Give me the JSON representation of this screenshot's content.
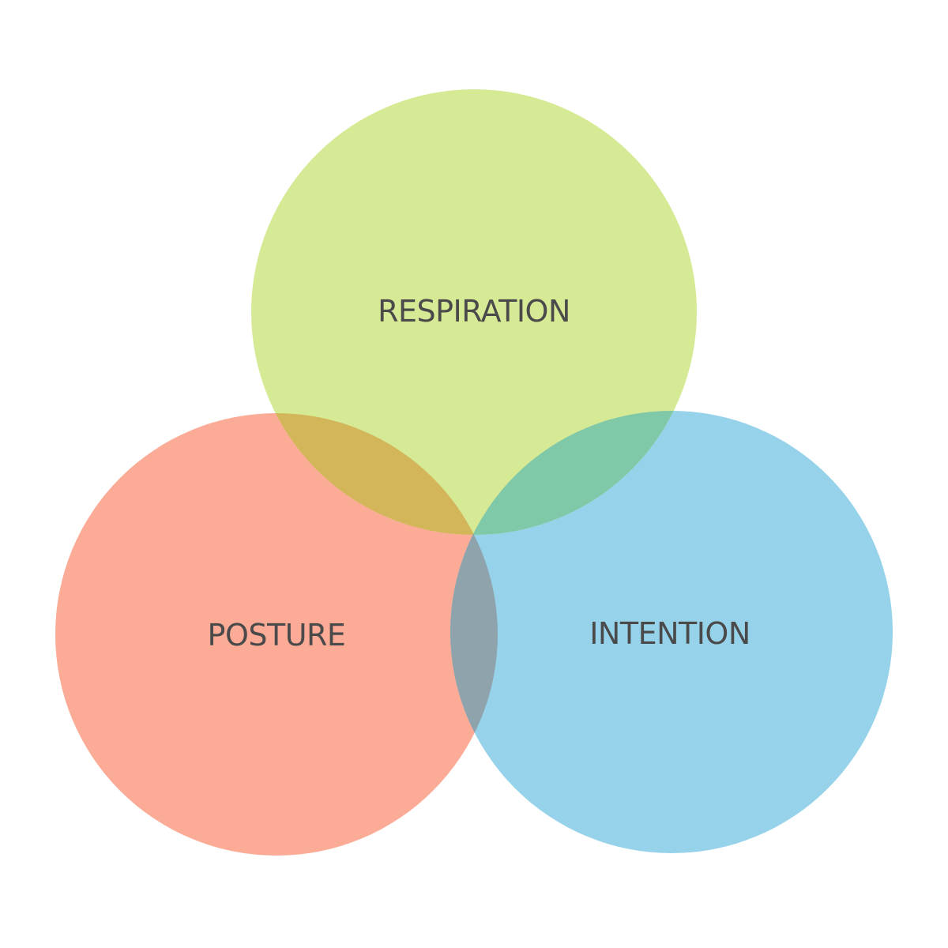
{
  "diagram": {
    "type": "venn",
    "sets": [
      {
        "key": "respiration",
        "label": "RESPIRATION",
        "color": "#d6e995"
      },
      {
        "key": "posture",
        "label": "POSTURE",
        "color": "#fcab96"
      },
      {
        "key": "intention",
        "label": "INTENTION",
        "color": "#96d3ea"
      }
    ],
    "overlaps": {
      "respiration_posture": "#d4b65a",
      "respiration_intention": "#7fc8a8",
      "posture_intention": "#8fa3ad"
    }
  }
}
